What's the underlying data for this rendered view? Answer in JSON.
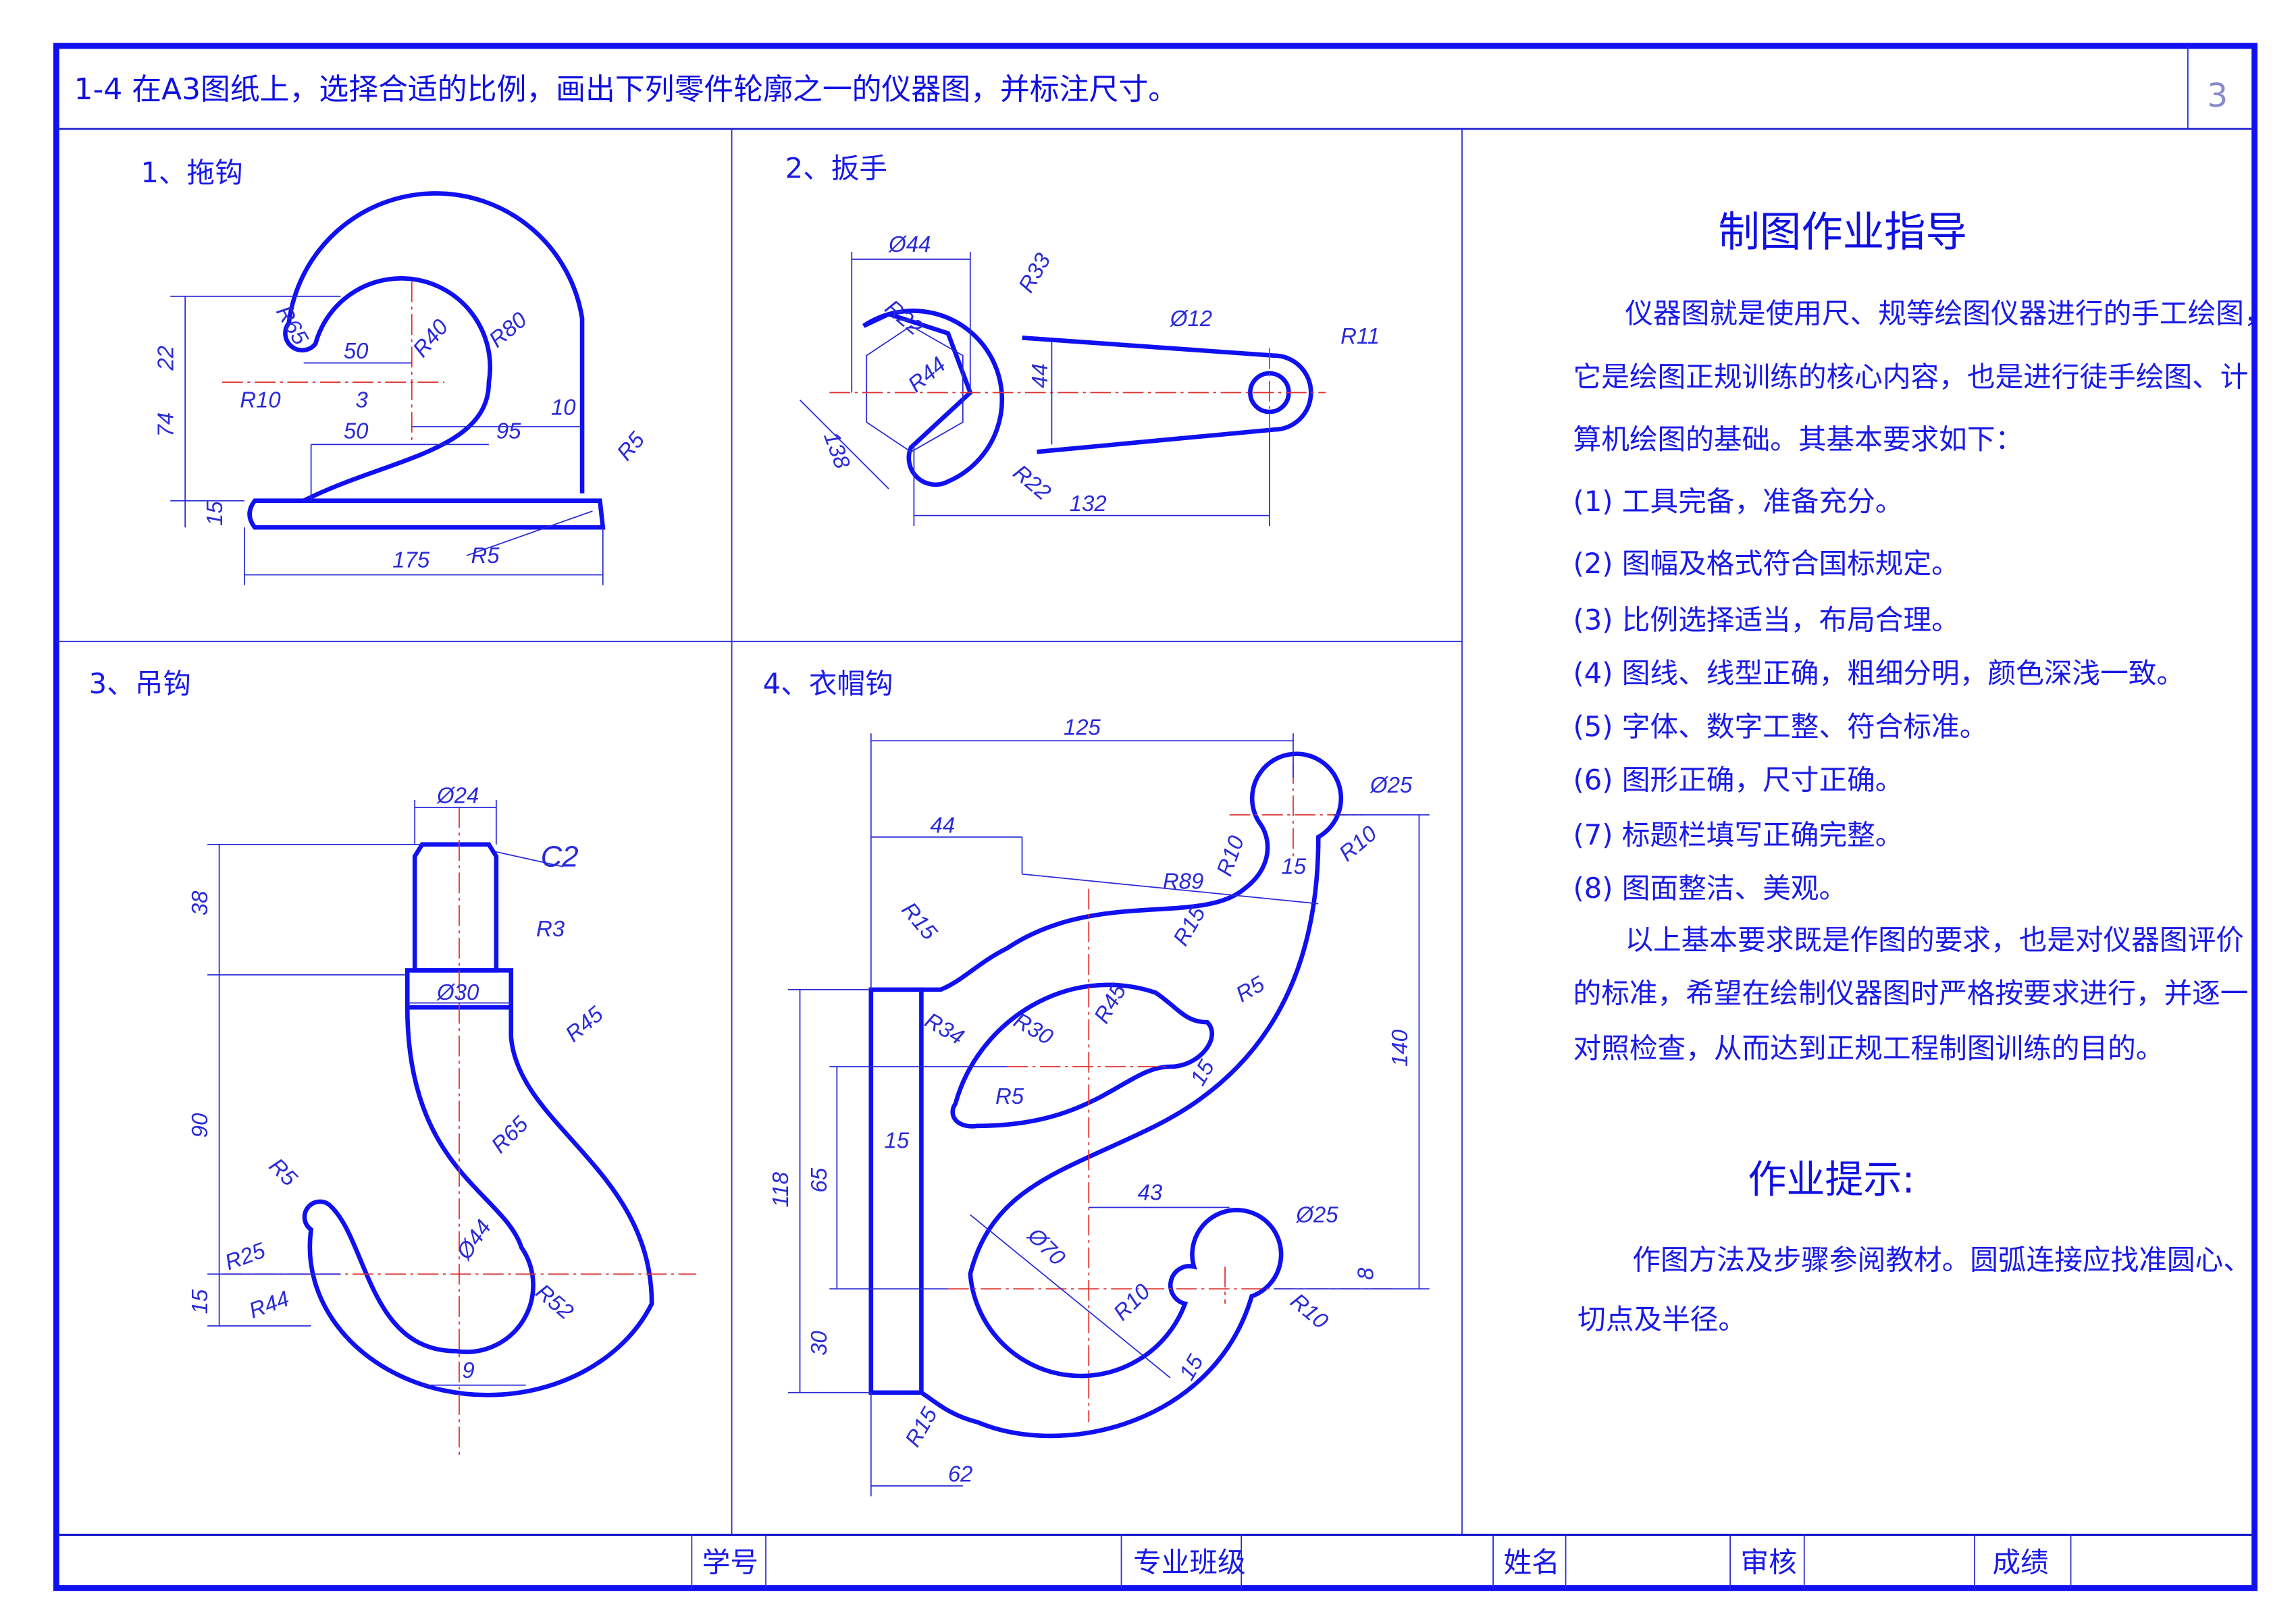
{
  "header": {
    "title": "1-4 在A3图纸上，选择合适的比例，画出下列零件轮廓之一的仪器图，并标注尺寸。",
    "page_number": "3"
  },
  "panels": [
    {
      "label": "1、拖钩",
      "dims": [
        "R65",
        "22",
        "50",
        "R40",
        "R80",
        "R10",
        "3",
        "74",
        "50",
        "95",
        "10",
        "R5",
        "15",
        "175",
        "R5"
      ]
    },
    {
      "label": "2、扳手",
      "dims": [
        "Ø44",
        "R33",
        "R22",
        "Ø12",
        "R11",
        "R44",
        "44",
        "138",
        "R22",
        "132"
      ]
    },
    {
      "label": "3、吊钩",
      "dims": [
        "Ø24",
        "C2",
        "38",
        "R3",
        "Ø30",
        "R45",
        "90",
        "R65",
        "R5",
        "R25",
        "Ø44",
        "15",
        "R44",
        "R52",
        "9"
      ]
    },
    {
      "label": "4、衣帽钩",
      "dims": [
        "125",
        "Ø25",
        "44",
        "R10",
        "15",
        "R10",
        "R89",
        "R15",
        "R15",
        "R5",
        "140",
        "R34",
        "R30",
        "R45",
        "15",
        "R5",
        "118",
        "65",
        "15",
        "43",
        "Ø25",
        "Ø70",
        "R10",
        "8",
        "R10",
        "30",
        "15",
        "R15",
        "62"
      ]
    }
  ],
  "guide": {
    "title": "制图作业指导",
    "intro": [
      "仪器图就是使用尺、规等绘图仪器进行的手工绘图，",
      "它是绘图正规训练的核心内容，也是进行徒手绘图、计",
      "算机绘图的基础。其基本要求如下："
    ],
    "items": [
      "(1)  工具完备，准备充分。",
      "(2)  图幅及格式符合国标规定。",
      "(3)  比例选择适当，布局合理。",
      "(4)  图线、线型正确，粗细分明，颜色深浅一致。",
      "(5)  字体、数字工整、符合标准。",
      "(6)  图形正确，尺寸正确。",
      "(7)  标题栏填写正确完整。",
      "(8)  图面整洁、美观。"
    ],
    "outro": [
      "以上基本要求既是作图的要求，也是对仪器图评价",
      "的标准，希望在绘制仪器图时严格按要求进行，并逐一",
      "对照检查，从而达到正规工程制图训练的目的。"
    ],
    "tips_title": "作业提示:",
    "tips": [
      "作图方法及步骤参阅教材。圆弧连接应找准圆心、",
      "切点及半径。"
    ]
  },
  "title_block": {
    "student_id": "学号",
    "class": "专业班级",
    "name": "姓名",
    "review": "审核",
    "grade": "成绩"
  },
  "colors": {
    "line": "#1010f0",
    "center": "#e03030"
  }
}
